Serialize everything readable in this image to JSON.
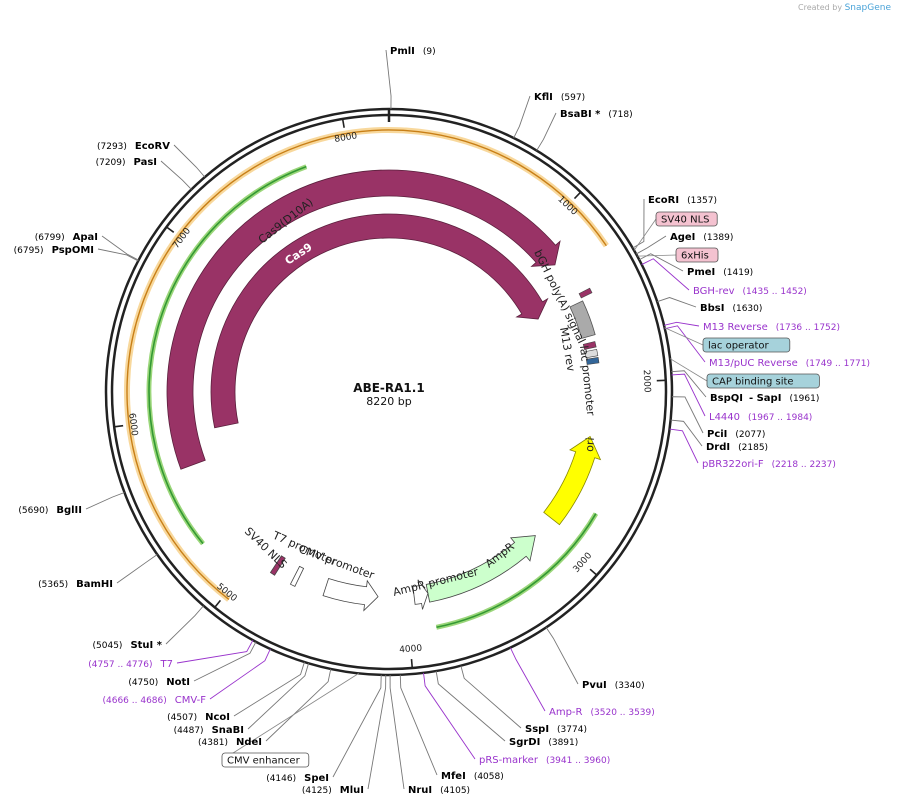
{
  "credit": {
    "prefix": "Created by",
    "brand": "SnapGene"
  },
  "plasmid": {
    "name": "ABE-RA1.1",
    "length_label": "8220 bp",
    "length": 8220
  },
  "colors": {
    "cas": "#993366",
    "ori": "#ffff00",
    "ampr": "#ccffcc",
    "promoter": "#ffffff",
    "polyA": "#aaaaaa",
    "lac": "#336699",
    "primer": "#9933cc",
    "feature_yellow": "#f2b84b",
    "feature_green": "#339933",
    "tag_pink": "#f4c2d0",
    "tag_blue": "#a6d2db"
  },
  "ticks": [
    {
      "pos": 1000,
      "label": "1000"
    },
    {
      "pos": 2000,
      "label": "2000"
    },
    {
      "pos": 3000,
      "label": "3000"
    },
    {
      "pos": 4000,
      "label": "4000"
    },
    {
      "pos": 5000,
      "label": "5000"
    },
    {
      "pos": 6000,
      "label": "6000"
    },
    {
      "pos": 7000,
      "label": "7000"
    },
    {
      "pos": 8000,
      "label": "8000"
    }
  ],
  "sites_right": [
    {
      "name": "PmlI",
      "pos": "(9)",
      "anchor": 9
    },
    {
      "name": "KflI",
      "pos": "(597)",
      "anchor": 597
    },
    {
      "name": "BsaBI *",
      "pos": "(718)",
      "anchor": 718
    },
    {
      "name": "EcoRI",
      "pos": "(1357)",
      "anchor": 1357
    },
    {
      "name": "AgeI",
      "pos": "(1389)",
      "anchor": 1389
    },
    {
      "name": "PmeI",
      "pos": "(1419)",
      "anchor": 1419
    },
    {
      "name": "BbsI",
      "pos": "(1630)",
      "anchor": 1630
    },
    {
      "name": "BspQI",
      "pos": "(1961)",
      "anchor": 1961,
      "extra": "- SapI"
    },
    {
      "name": "PciI",
      "pos": "(2077)",
      "anchor": 2077
    },
    {
      "name": "DrdI",
      "pos": "(2185)",
      "anchor": 2185
    },
    {
      "name": "PvuI",
      "pos": "(3340)",
      "anchor": 3340
    },
    {
      "name": "SspI",
      "pos": "(3774)",
      "anchor": 3774
    },
    {
      "name": "SgrDI",
      "pos": "(3891)",
      "anchor": 3891
    },
    {
      "name": "MfeI",
      "pos": "(4058)",
      "anchor": 4058
    },
    {
      "name": "NruI",
      "pos": "(4105)",
      "anchor": 4105
    }
  ],
  "sites_left": [
    {
      "name": "EcoRV",
      "pos": "(7293)",
      "anchor": 7293
    },
    {
      "name": "PasI",
      "pos": "(7209)",
      "anchor": 7209
    },
    {
      "name": "ApaI",
      "pos": "(6799)",
      "anchor": 6799
    },
    {
      "name": "PspOMI",
      "pos": "(6795)",
      "anchor": 6795
    },
    {
      "name": "BglII",
      "pos": "(5690)",
      "anchor": 5690
    },
    {
      "name": "BamHI",
      "pos": "(5365)",
      "anchor": 5365
    },
    {
      "name": "StuI *",
      "pos": "(5045)",
      "anchor": 5045
    },
    {
      "name": "NotI",
      "pos": "(4750)",
      "anchor": 4750
    },
    {
      "name": "NcoI",
      "pos": "(4507)",
      "anchor": 4507
    },
    {
      "name": "SnaBI",
      "pos": "(4487)",
      "anchor": 4487
    },
    {
      "name": "NdeI",
      "pos": "(4381)",
      "anchor": 4381
    },
    {
      "name": "SpeI",
      "pos": "(4146)",
      "anchor": 4146
    },
    {
      "name": "MluI",
      "pos": "(4125)",
      "anchor": 4125
    }
  ],
  "primers_right": [
    {
      "name": "BGH-rev",
      "pos": "(1435 .. 1452)",
      "anchor": 1444
    },
    {
      "name": "M13 Reverse",
      "pos": "(1736 .. 1752)",
      "anchor": 1744
    },
    {
      "name": "M13/pUC Reverse",
      "pos": "(1749 .. 1771)",
      "anchor": 1760
    },
    {
      "name": "L4440",
      "pos": "(1967 .. 1984)",
      "anchor": 1976
    },
    {
      "name": "pBR322ori-F",
      "pos": "(2218 .. 2237)",
      "anchor": 2227
    },
    {
      "name": "Amp-R",
      "pos": "(3520 .. 3539)",
      "anchor": 3530
    },
    {
      "name": "pRS-marker",
      "pos": "(3941 .. 3960)",
      "anchor": 3950
    }
  ],
  "primers_left": [
    {
      "name": "T7",
      "pos": "(4757 .. 4776)",
      "anchor": 4766
    },
    {
      "name": "CMV-F",
      "pos": "(4666 .. 4686)",
      "anchor": 4676
    }
  ],
  "boxed_features": [
    {
      "name": "SV40 NLS",
      "style": "pink",
      "anchor": 1370
    },
    {
      "name": "6xHis",
      "style": "pink",
      "anchor": 1400
    },
    {
      "name": "lac operator",
      "style": "blue",
      "anchor": 1755
    },
    {
      "name": "CAP binding site",
      "style": "blue",
      "anchor": 1900
    },
    {
      "name": "CMV enhancer",
      "style": "white",
      "anchor": 4250
    }
  ],
  "arc_labels": [
    {
      "name": "bGH poly(A) signal"
    },
    {
      "name": "M13 rev"
    },
    {
      "name": "lac promoter"
    },
    {
      "name": "ori"
    },
    {
      "name": "AmpR"
    },
    {
      "name": "AmpR promoter"
    },
    {
      "name": "CMV promoter"
    },
    {
      "name": "T7 promoter"
    },
    {
      "name": "SV40 NLS"
    },
    {
      "name": "Cas9(D10A)"
    },
    {
      "name": "Cas9"
    }
  ]
}
